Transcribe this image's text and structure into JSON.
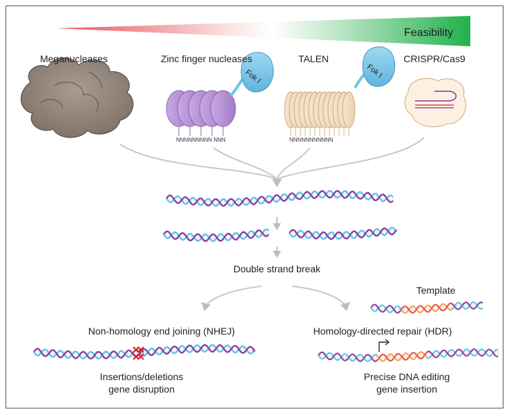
{
  "feasibility_label": "Feasibility",
  "nucleases": {
    "meganucleases": "Meganucleases",
    "zinc_finger": "Zinc finger nucleases",
    "talen": "TALEN",
    "crispr": "CRISPR/Cas9"
  },
  "fok_label": "Fok I",
  "zfn_sequence": "NNNNNNNNN NNN",
  "talen_sequence": "NNNNNNNNNNN",
  "double_strand_break": "Double strand break",
  "template": "Template",
  "nhej": {
    "title": "Non-homology end joining (NHEJ)",
    "outcome_line1": "Insertions/deletions",
    "outcome_line2": "gene disruption"
  },
  "hdr": {
    "title": "Homology-directed repair (HDR)",
    "outcome_line1": "Precise DNA editing",
    "outcome_line2": "gene insertion"
  },
  "colors": {
    "gradient_start": "#e8505b",
    "gradient_end": "#22b14c",
    "dna_blue": "#5bc5e8",
    "dna_purple": "#8b3fa0",
    "arrow_gray": "#bdbdbd",
    "template_red": "#e94e4e",
    "template_orange": "#f3a04a"
  }
}
